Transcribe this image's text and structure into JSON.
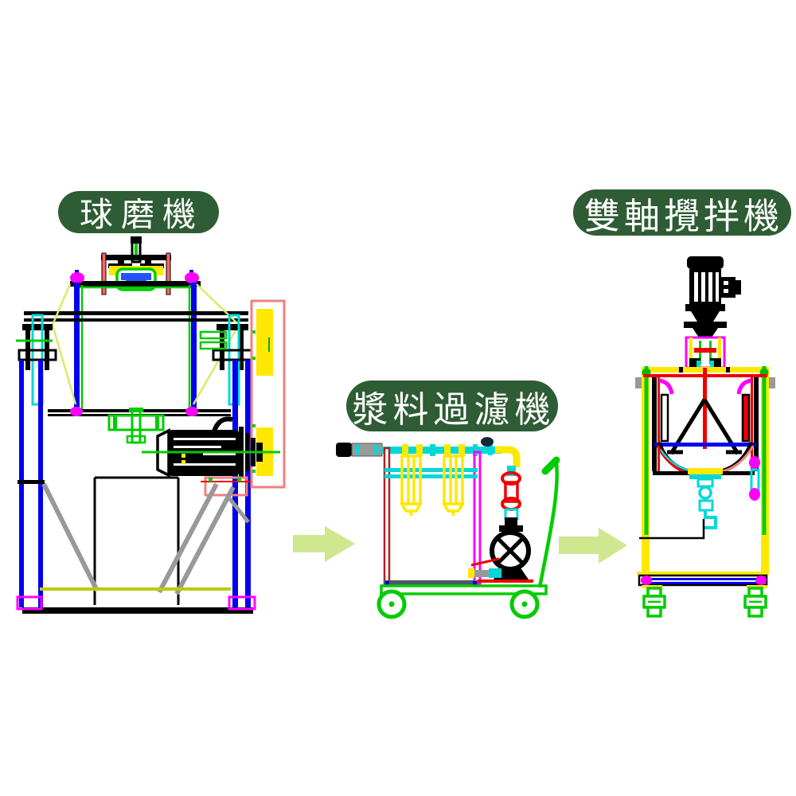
{
  "page": {
    "background_color": "#ffffff",
    "description_style": "CAD line drawing of three machines with flow arrows"
  },
  "labels": {
    "ball_mill": "球磨機",
    "slurry_filter": "漿料過濾機",
    "double_shaft_mixer": "雙軸攪拌機"
  },
  "flow": {
    "sequence": [
      "球磨機",
      "漿料過濾機",
      "雙軸攪拌機"
    ],
    "arrow_count": 2,
    "arrow_direction": "right"
  },
  "colors": {
    "label_background": "#2e5c34",
    "label_text": "#ffffff",
    "arrow_fill": "#cfe78f",
    "cad_green": "#00cc00",
    "cad_blue": "#0000ee",
    "cad_cyan": "#00d8d8",
    "cad_magenta": "#ff00ff",
    "cad_yellow": "#ffe800",
    "cad_red": "#ee0000",
    "cad_salmon": "#f08080",
    "cad_gray": "#909090",
    "cad_black": "#000000"
  }
}
